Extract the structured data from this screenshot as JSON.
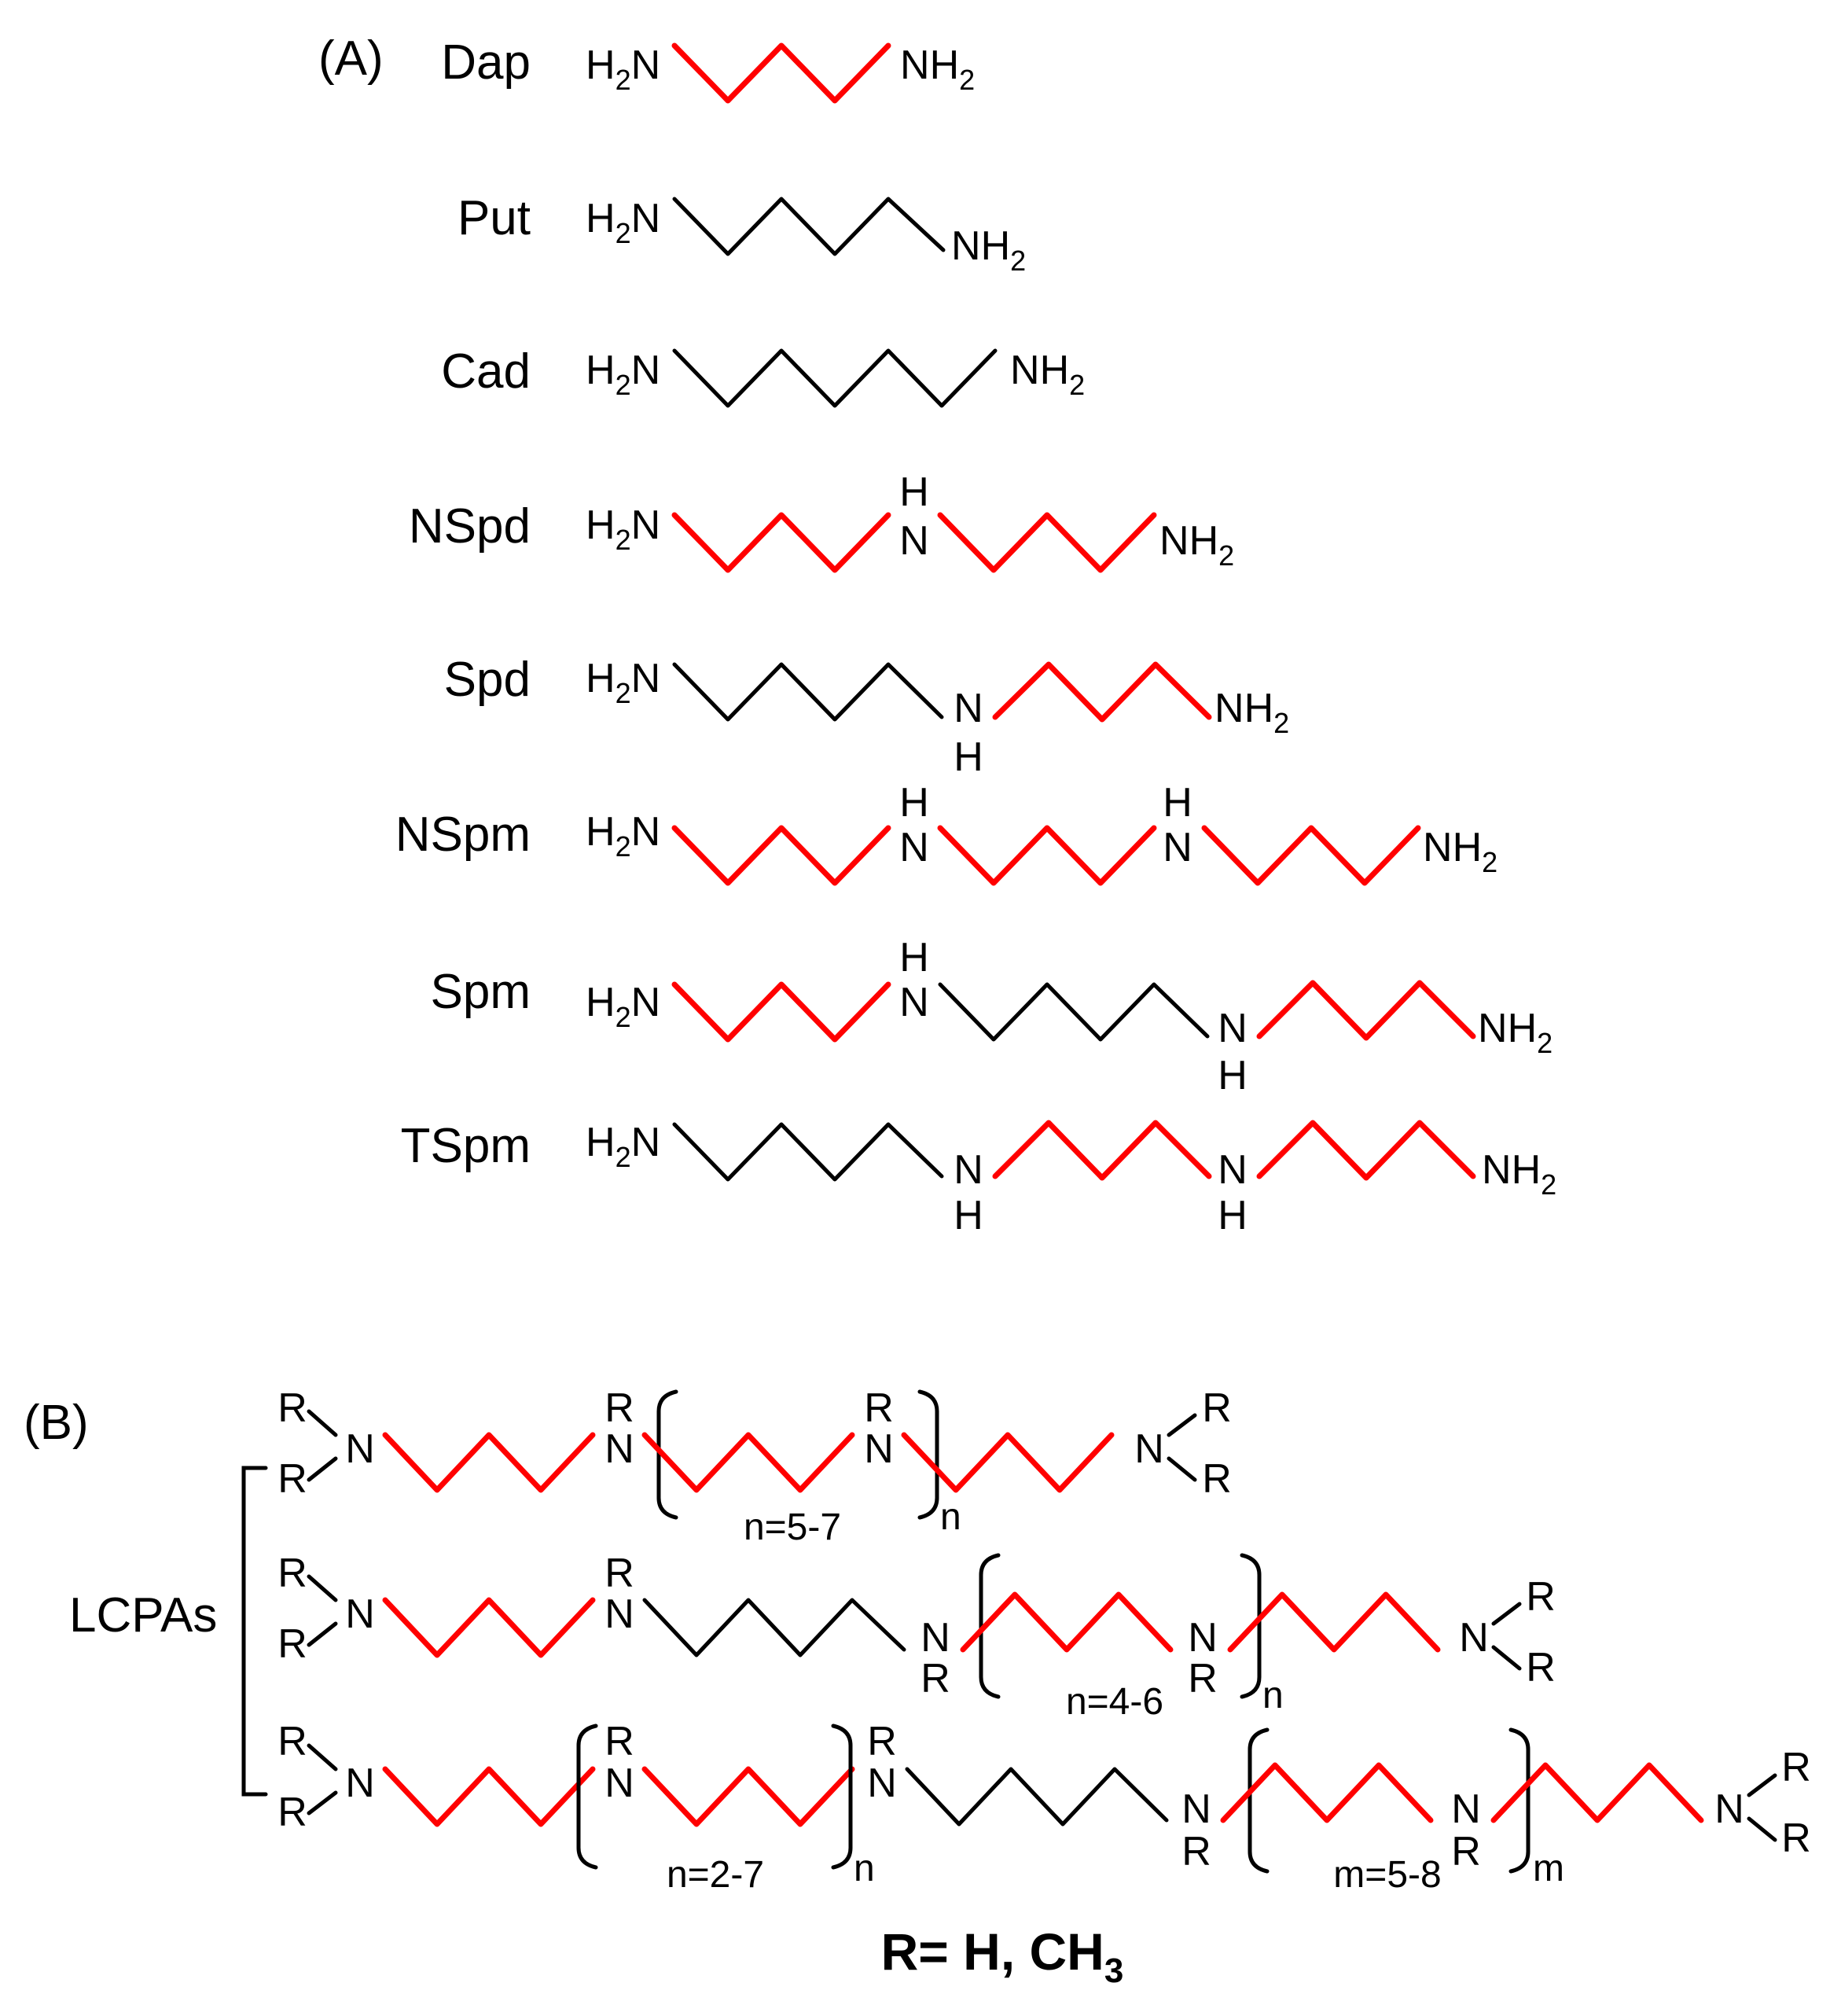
{
  "panel_a": {
    "tag": "(A)",
    "compounds": [
      {
        "id": "dap",
        "name": "Dap"
      },
      {
        "id": "put",
        "name": "Put"
      },
      {
        "id": "cad",
        "name": "Cad"
      },
      {
        "id": "nspd",
        "name": "NSpd"
      },
      {
        "id": "spd",
        "name": "Spd"
      },
      {
        "id": "nspm",
        "name": "NSpm"
      },
      {
        "id": "spm",
        "name": "Spm"
      },
      {
        "id": "tspm",
        "name": "TSpm"
      }
    ]
  },
  "panel_b": {
    "tag": "(B)",
    "group_label": "LCPAs",
    "repeats": {
      "row1": {
        "range": "n=5-7",
        "index": "n"
      },
      "row2": {
        "range": "n=4-6",
        "index": "n"
      },
      "row3a": {
        "range": "n=2-7",
        "index": "n"
      },
      "row3b": {
        "range": "m=5-8",
        "index": "m"
      }
    },
    "footnote": {
      "main": "R= H, CH",
      "subscript": "3"
    }
  },
  "atoms": {
    "N": "N",
    "H": "H",
    "R": "R",
    "subscript_2": "2"
  },
  "colors": {
    "highlight_bond": "#ff0000",
    "bond": "#000000",
    "text": "#000000"
  }
}
